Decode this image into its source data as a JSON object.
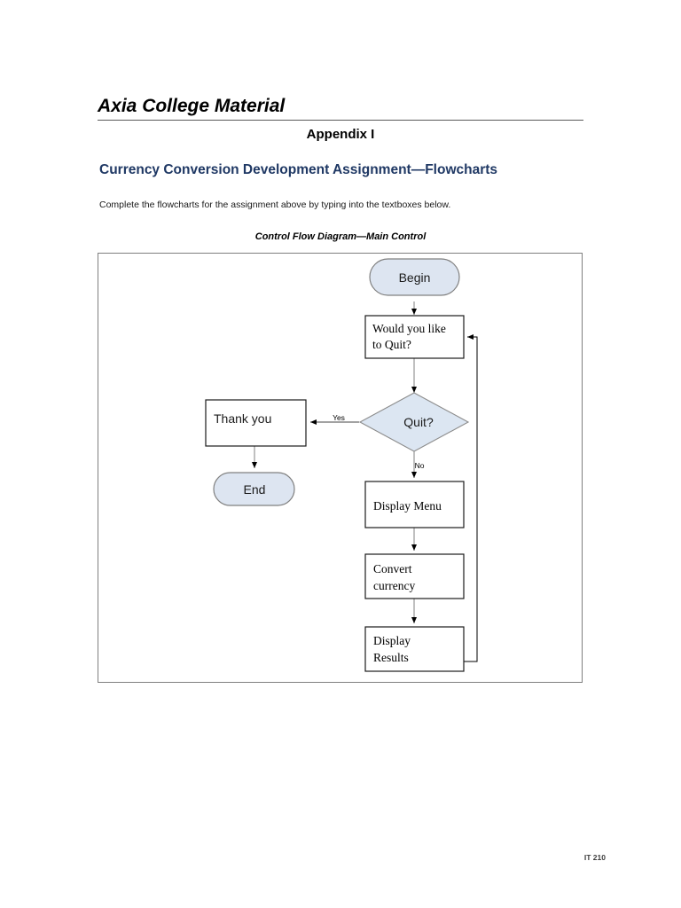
{
  "document": {
    "title": "Axia College Material",
    "appendix": "Appendix I",
    "section_heading": "Currency Conversion Development Assignment—Flowcharts",
    "heading_color": "#1f3864",
    "instructions": "Complete the flowcharts for the assignment above by typing into the textboxes below.",
    "footer": "IT 210"
  },
  "flowchart": {
    "caption": "Control Flow Diagram—Main Control",
    "frame_border_color": "#7f7f7f",
    "terminator_fill": "#dde5f1",
    "decision_fill": "#dce6f2",
    "process_fill": "#ffffff",
    "nodes": [
      {
        "id": "begin",
        "type": "terminator",
        "label": "Begin"
      },
      {
        "id": "would-you-quit",
        "type": "process",
        "label": "Would you like to Quit?"
      },
      {
        "id": "quit-decision",
        "type": "decision",
        "label": "Quit?"
      },
      {
        "id": "thank-you",
        "type": "process",
        "label": "Thank you"
      },
      {
        "id": "end",
        "type": "terminator",
        "label": "End"
      },
      {
        "id": "display-menu",
        "type": "process",
        "label": "Display Menu"
      },
      {
        "id": "convert-currency",
        "type": "process",
        "label": "Convert currency"
      },
      {
        "id": "display-results",
        "type": "process",
        "label": "Display Results"
      }
    ],
    "node_text": {
      "begin": "Begin",
      "would_you_quit_line1": "Would you like",
      "would_you_quit_line2": "to Quit?",
      "quit_decision": "Quit?",
      "thank_you": "Thank you",
      "end": "End",
      "display_menu": "Display Menu",
      "convert_line1": "Convert",
      "convert_line2": "currency",
      "results_line1": "Display",
      "results_line2": "Results"
    },
    "edge_labels": {
      "yes": "Yes",
      "no": "No"
    }
  }
}
